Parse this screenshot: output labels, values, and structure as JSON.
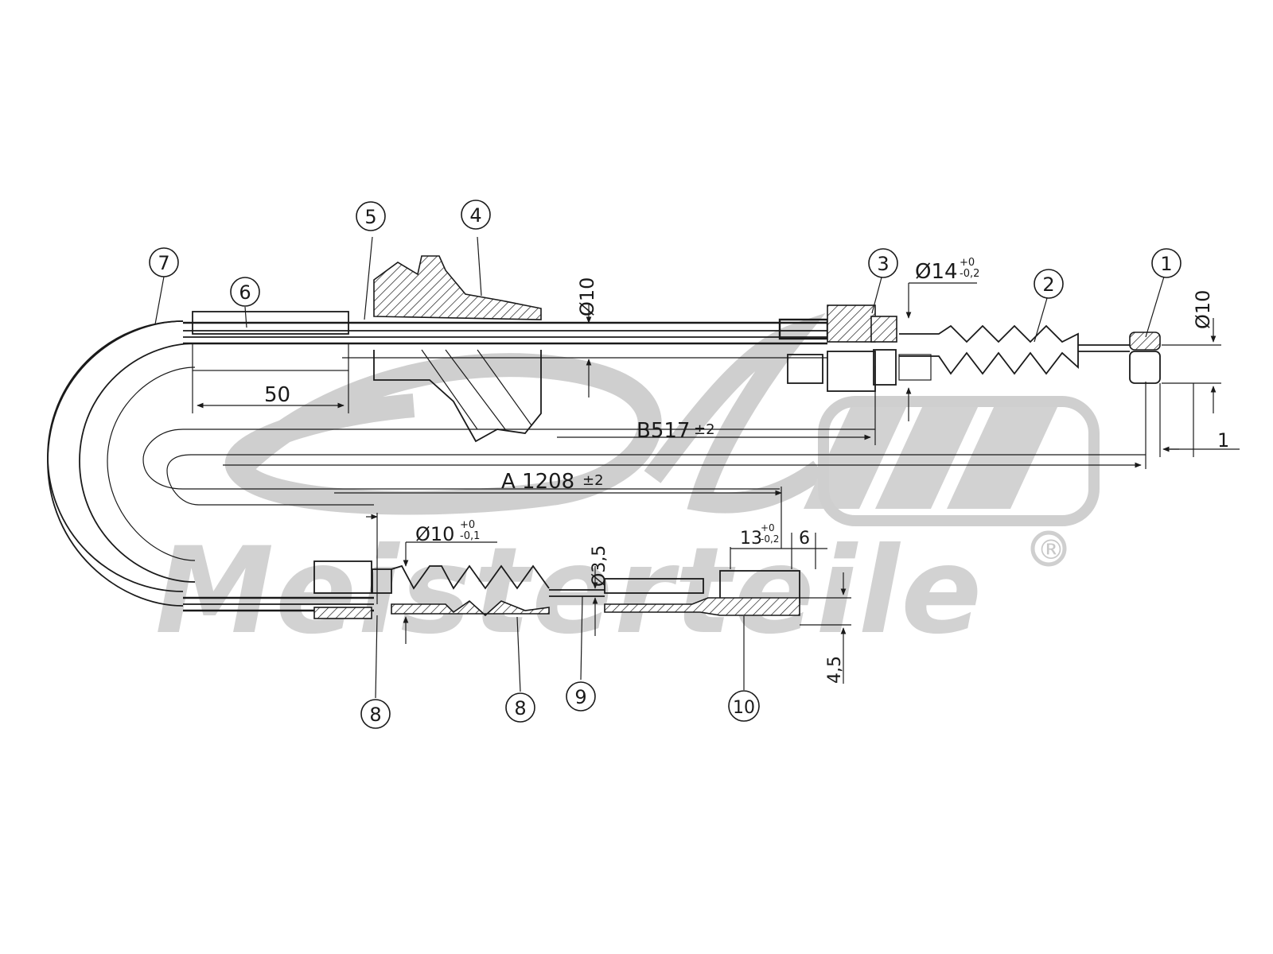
{
  "callouts": [
    "1",
    "2",
    "3",
    "4",
    "5",
    "6",
    "7",
    "8",
    "8",
    "9",
    "10"
  ],
  "dimensions": {
    "length_a": "A 1208",
    "length_a_tol": "±2",
    "length_b": "B517",
    "length_b_tol": "±2",
    "sleeve_length": "50",
    "dia_outer_sleeve": "Ø10",
    "dia_end_cap": "Ø10",
    "dia_adjuster": "Ø14",
    "dia_adjuster_tol_upper": "+0",
    "dia_adjuster_tol_lower": "-0,2",
    "dia_lower_sleeve": "Ø10",
    "dia_lower_sleeve_tol_upper": "+0",
    "dia_lower_sleeve_tol_lower": "-0,1",
    "dia_inner_wire": "Ø3,5",
    "end_fitting_length": "13",
    "end_fitting_tol_upper": "+0",
    "end_fitting_tol_lower": "-0,2",
    "end_offset": "6",
    "end_thickness": "4,5",
    "cap_gap": "1"
  },
  "watermark": {
    "brand": "Meisterteile",
    "mark": "®"
  },
  "colors": {
    "ink": "#1a1a1a",
    "watermark": "#d2d2d2",
    "background": "#ffffff"
  }
}
